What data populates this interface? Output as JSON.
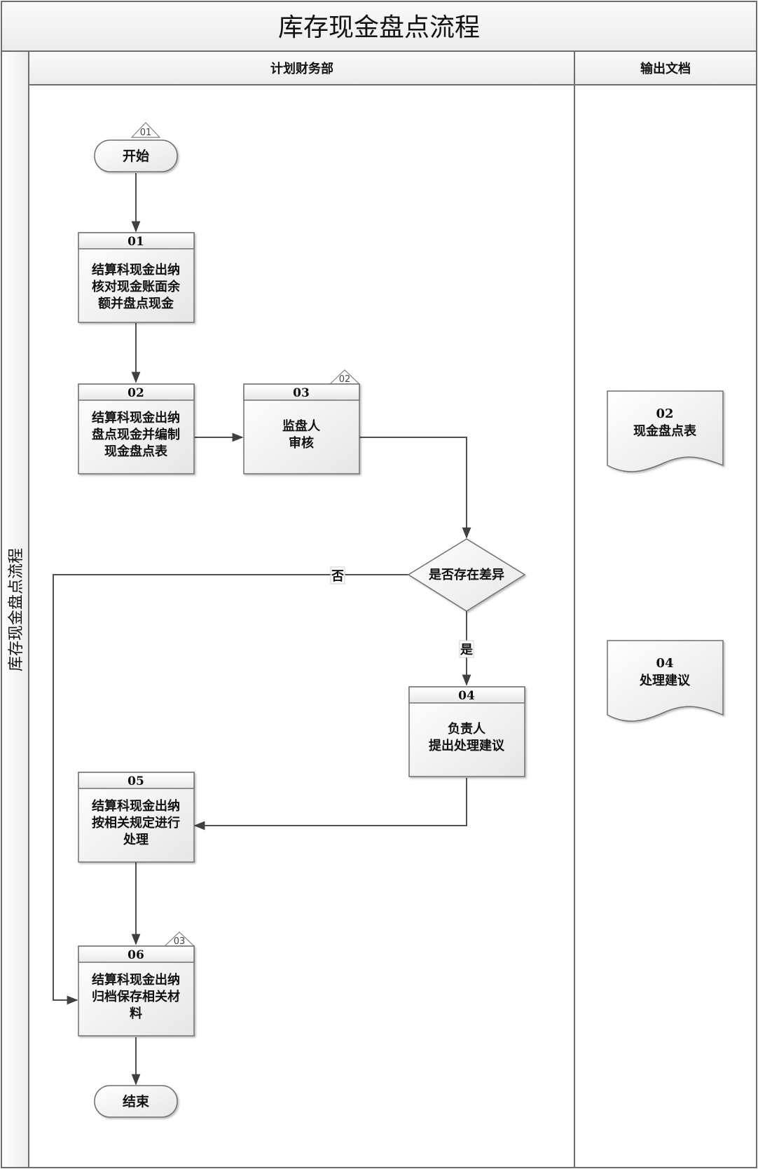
{
  "title": "库存现金盘点流程",
  "pool_label": "库存现金盘点流程",
  "lanes": [
    {
      "label": "计划财务部"
    },
    {
      "label": "输出文档"
    }
  ],
  "nodes": {
    "start": {
      "label": "开始",
      "tag": "01"
    },
    "end": {
      "label": "结束"
    },
    "n01": {
      "id": "01",
      "lines": [
        "结算科现金出纳",
        "核对现金账面余",
        "额并盘点现金"
      ]
    },
    "n02": {
      "id": "02",
      "lines": [
        "结算科现金出纳",
        "盘点现金并编制",
        "现金盘点表"
      ]
    },
    "n03": {
      "id": "03",
      "lines": [
        "监盘人",
        "审核"
      ],
      "tag": "02"
    },
    "decision": {
      "label": "是否存在差异"
    },
    "n04": {
      "id": "04",
      "lines": [
        "负责人",
        "提出处理建议"
      ]
    },
    "n05": {
      "id": "05",
      "lines": [
        "结算科现金出纳",
        "按相关规定进行",
        "处理"
      ]
    },
    "n06": {
      "id": "06",
      "lines": [
        "结算科现金出纳",
        "归档保存相关材",
        "料"
      ],
      "tag": "03"
    }
  },
  "edge_labels": {
    "yes": "是",
    "no": "否"
  },
  "documents": [
    {
      "id": "02",
      "label": "现金盘点表"
    },
    {
      "id": "04",
      "label": "处理建议"
    }
  ]
}
